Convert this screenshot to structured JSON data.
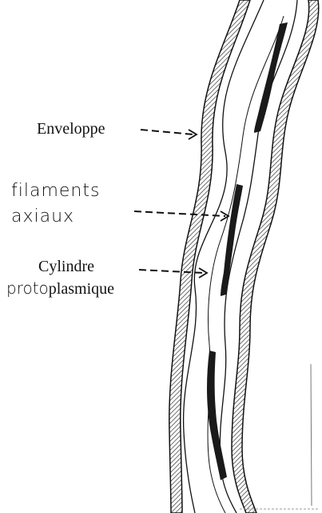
{
  "diagram": {
    "labels": {
      "enveloppe": "Enveloppe",
      "filaments_line1": "filaments",
      "filaments_line2": "axiaux",
      "cylindre_line1": "Cylindre",
      "cylindre_line2_prefix": "proto",
      "cylindre_line2_suffix": "plasmique"
    },
    "colors": {
      "ink": "#111111",
      "envelope_hatch": "#333333",
      "filament_fill": "#1a1a1a"
    }
  }
}
